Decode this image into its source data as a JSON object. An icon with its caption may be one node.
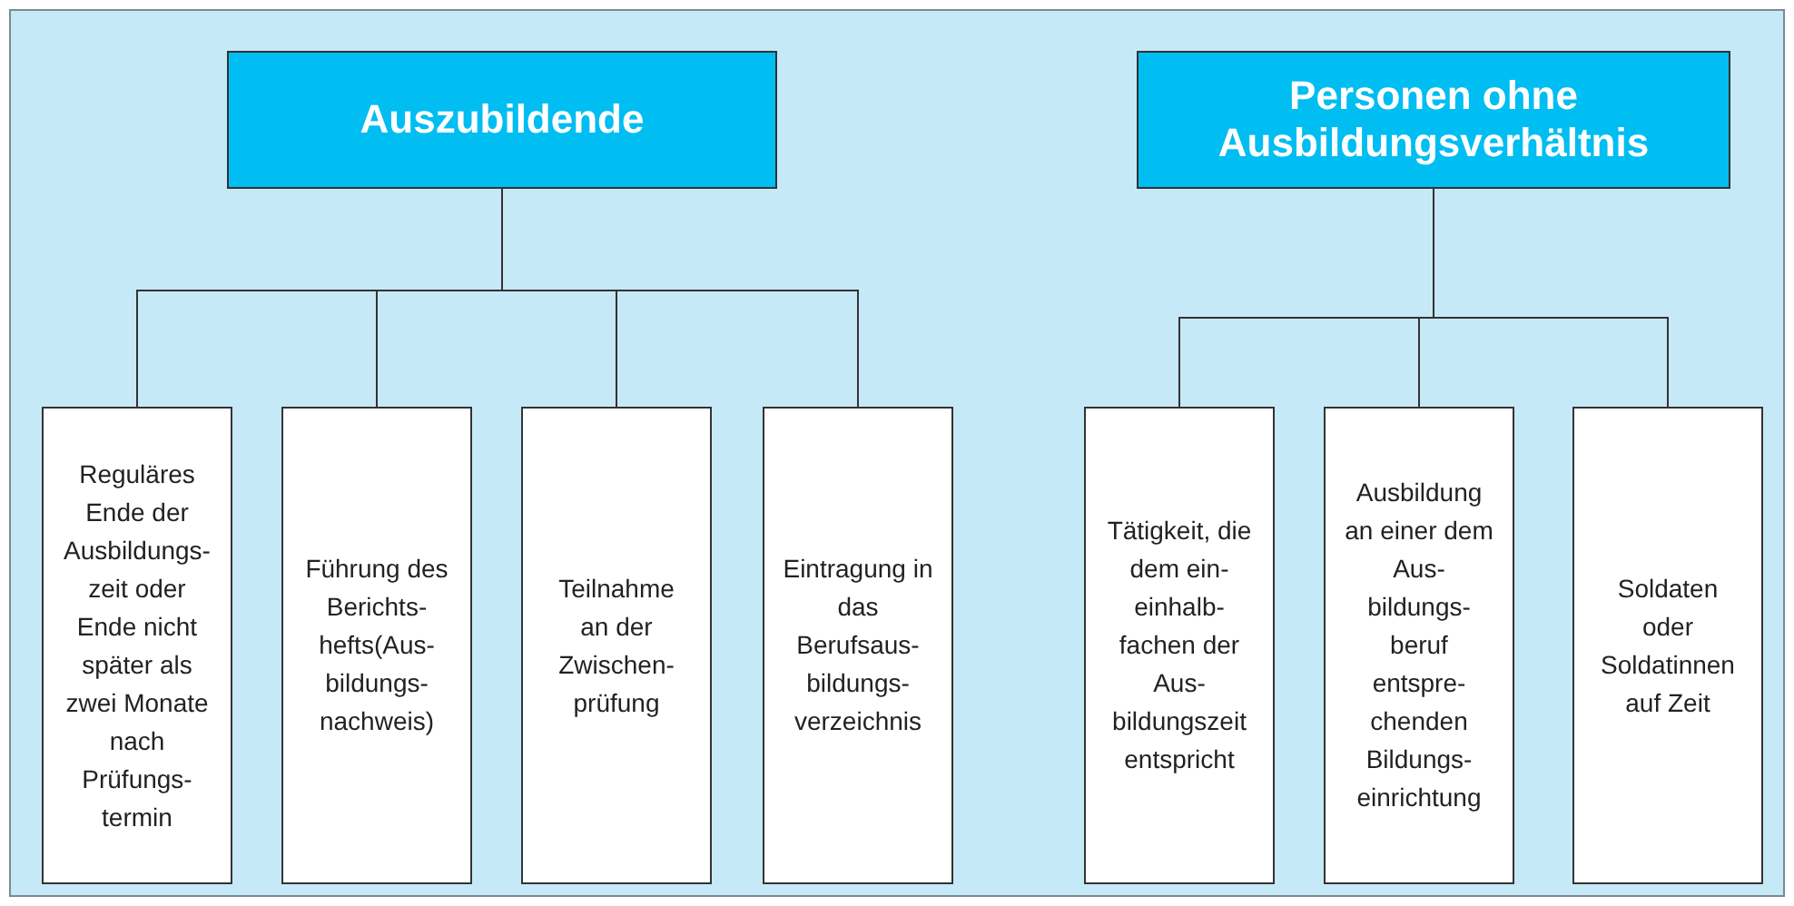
{
  "diagram": {
    "nodes": [
      {
        "text": [
          "Auszubildende"
        ]
      },
      {
        "text": [
          "Reguläres Ende der Ausbildungs- zeit oder Ende nicht später als zwei Monate nach Prüfungs- termin"
        ]
      },
      {
        "text": [
          "Führung des Berichts- hefts(Aus- bildungs- nachweis)"
        ]
      },
      {
        "text": [
          "Teilnahme an der Zwischen- prüfung"
        ]
      },
      {
        "text": [
          "Eintragung in das Berufsaus- bildungs- verzeichnis"
        ]
      },
      {
        "text": [
          "Personen ohne Ausbildungsverhältnis"
        ]
      },
      {
        "text": [
          "Tätigkeit, die dem ein- einhalb- fachen der Aus- bildungszeit entspricht"
        ]
      },
      {
        "text": [
          "Ausbildung an einer dem Aus- bildungs- beruf entspre- chenden Bildungs- einrichtung"
        ]
      },
      {
        "text": [
          "Soldaten oder Soldatinnen auf Zeit"
        ]
      }
    ],
    "edges": [
      {
        "from": 0,
        "to": 1,
        "arrow": "none"
      },
      {
        "from": 0,
        "to": 2,
        "arrow": "none"
      },
      {
        "from": 0,
        "to": 3,
        "arrow": "none"
      },
      {
        "from": 0,
        "to": 4,
        "arrow": "none"
      },
      {
        "from": 5,
        "to": 6,
        "arrow": "none"
      },
      {
        "from": 5,
        "to": 7,
        "arrow": "none"
      },
      {
        "from": 5,
        "to": 8,
        "arrow": "none"
      }
    ]
  }
}
